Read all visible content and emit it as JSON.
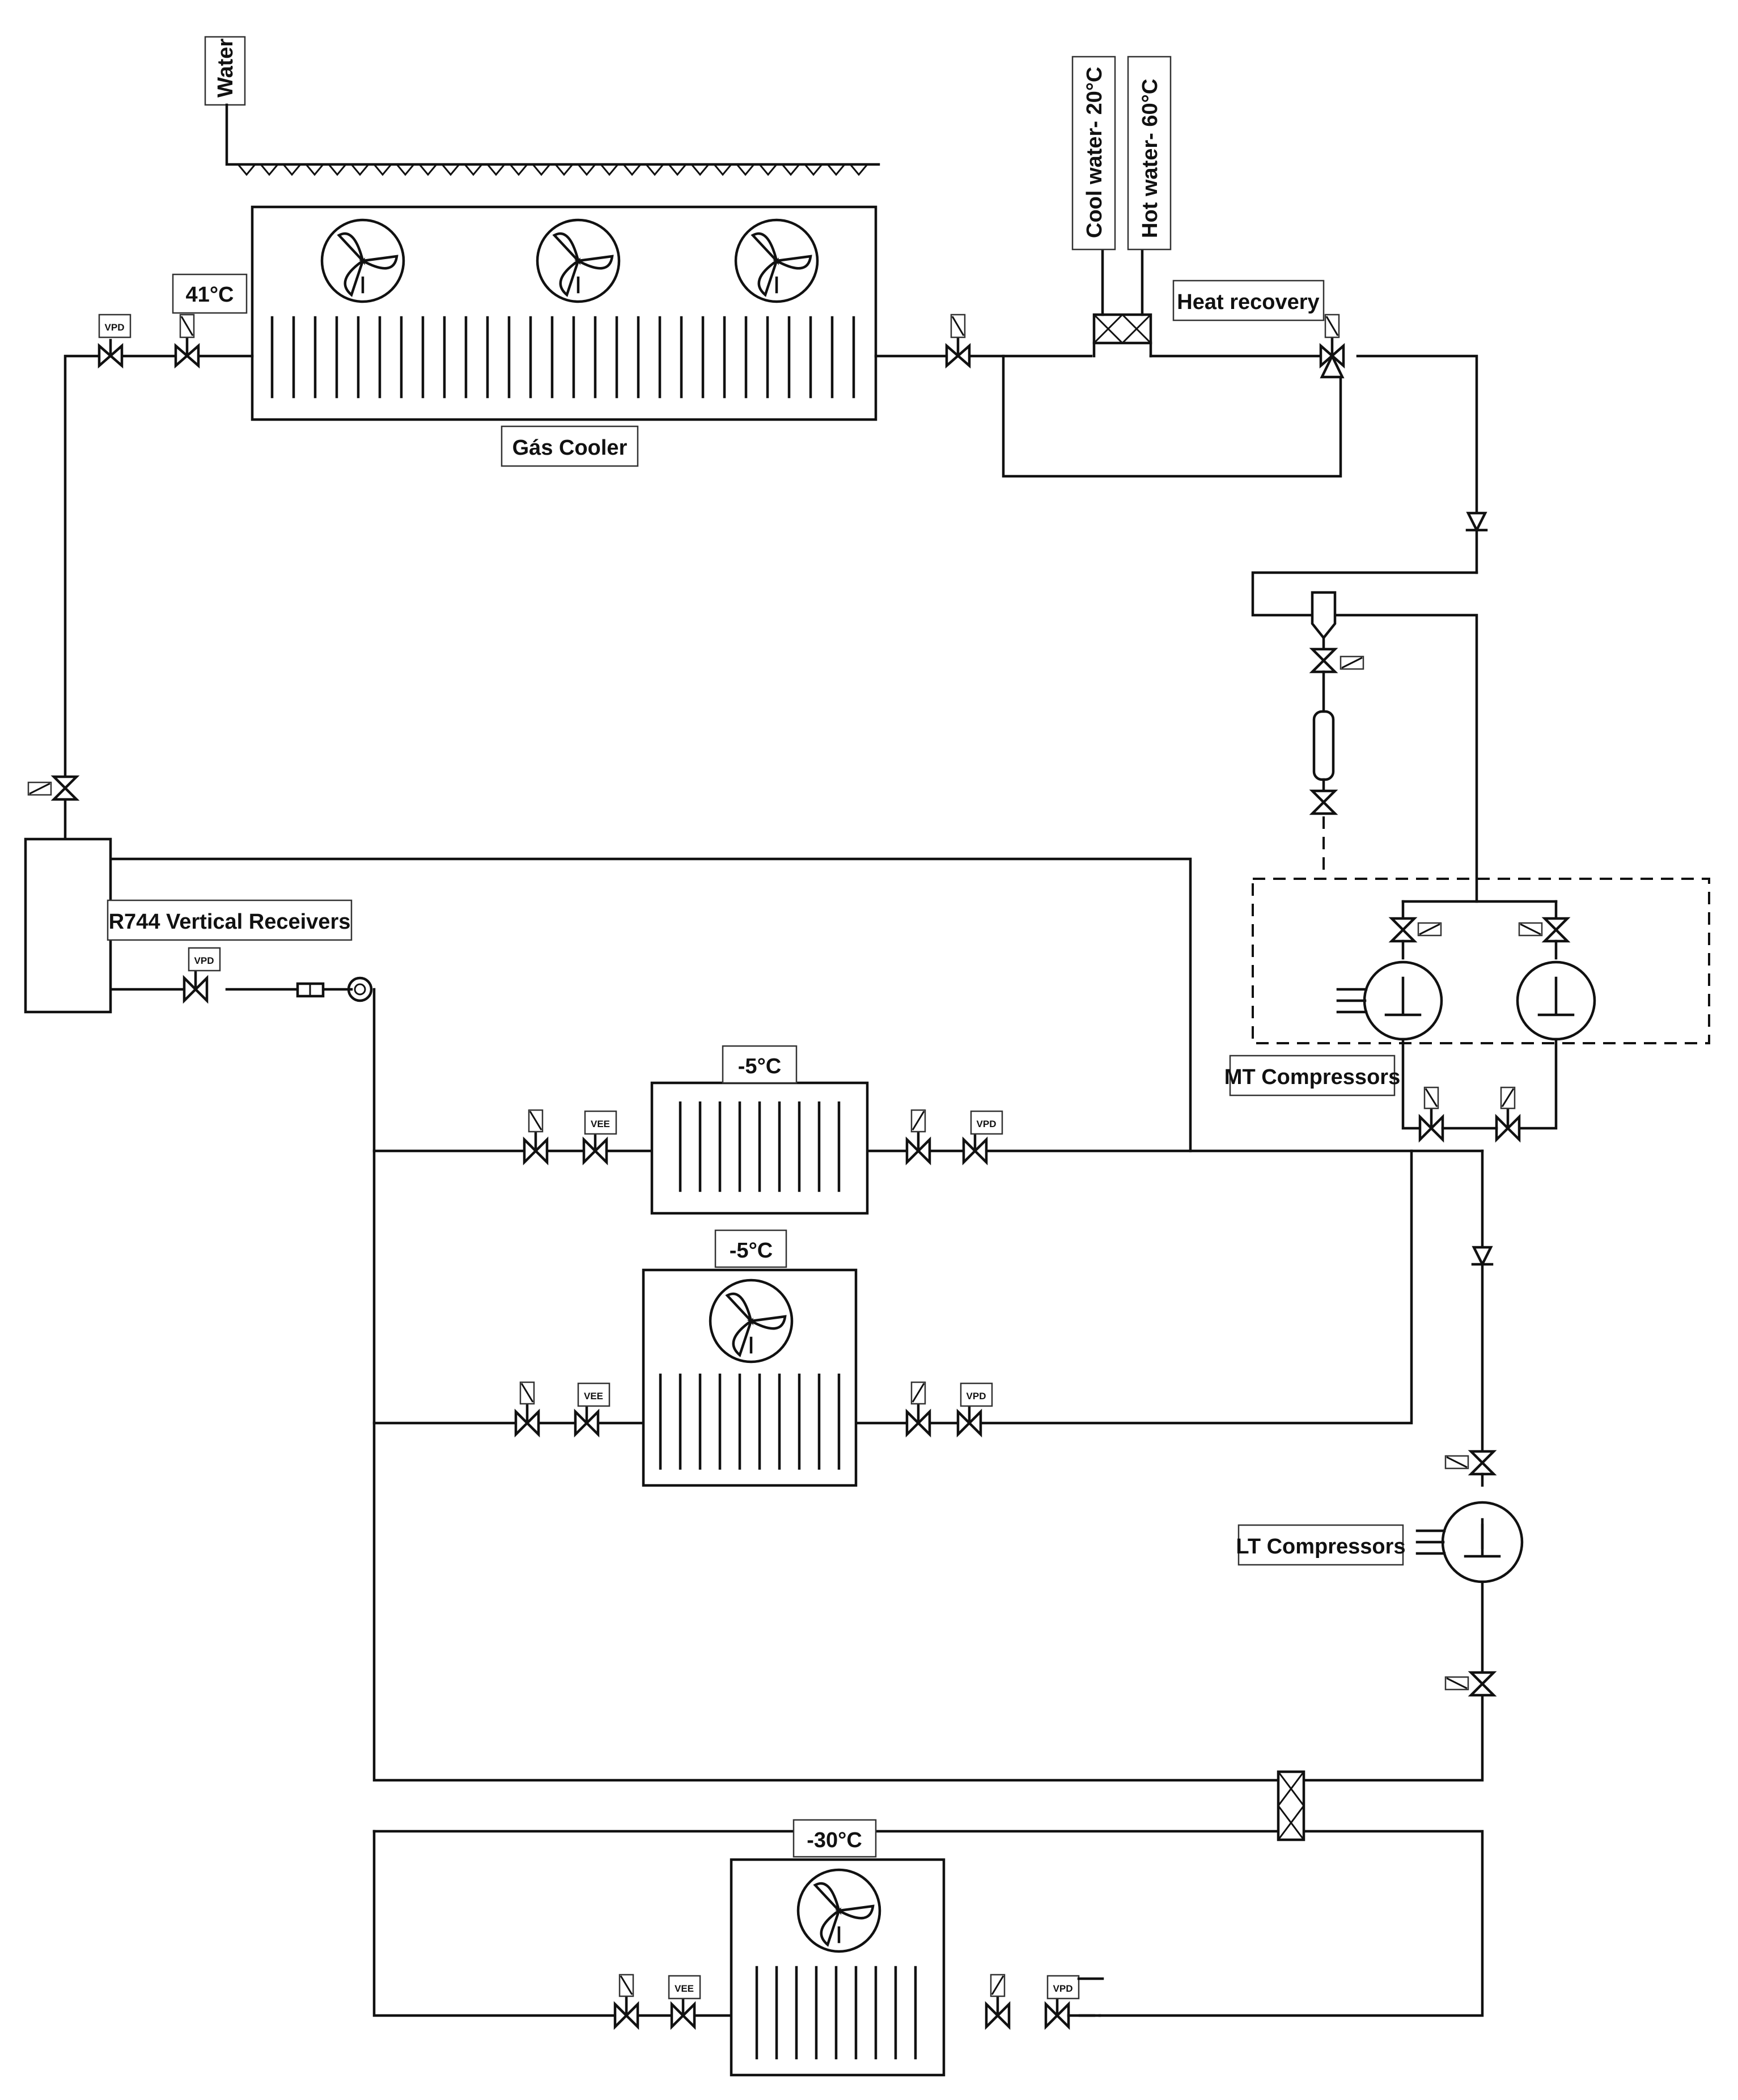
{
  "labels": {
    "water": "Water",
    "gas_cooler": "Gás Cooler",
    "gas_cooler_temp": "41°C",
    "cool_water": "Cool water- 20°C",
    "hot_water": "Hot water- 60°C",
    "heat_recovery": "Heat recovery",
    "receiver": "R744 Vertical Receivers",
    "mt_compressors": "MT Compressors",
    "lt_compressors": "LT Compressors",
    "evap1_temp": "-5°C",
    "evap2_temp": "-5°C",
    "evap3_temp": "-30°C"
  },
  "valve_tags": {
    "vpd": "VPD",
    "vee": "VEE"
  }
}
